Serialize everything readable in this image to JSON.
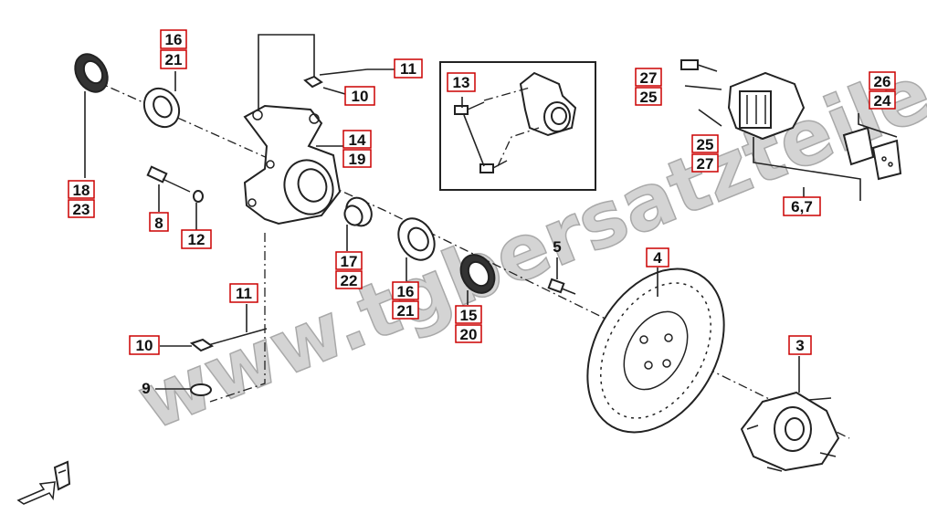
{
  "watermark": "www.tgbersatzteile.de",
  "colors": {
    "box_border": "#cc0000",
    "line": "#222222",
    "watermark": "#d4d4d4"
  },
  "labels": {
    "n1": "16",
    "n2": "21",
    "n3": "18",
    "n4": "23",
    "n5": "8",
    "n6": "12",
    "n7": "11",
    "n8": "10",
    "n9": "14",
    "n10": "19",
    "n11": "17",
    "n12": "22",
    "n13": "16",
    "n14": "21",
    "n15": "15",
    "n16": "20",
    "n17": "13",
    "n18": "5",
    "n19": "4",
    "n20": "3",
    "n21": "11",
    "n22": "10",
    "n23": "9",
    "n24": "27",
    "n25": "25",
    "n26": "25",
    "n27": "27",
    "n28": "26",
    "n29": "24",
    "n30": "6,7"
  }
}
